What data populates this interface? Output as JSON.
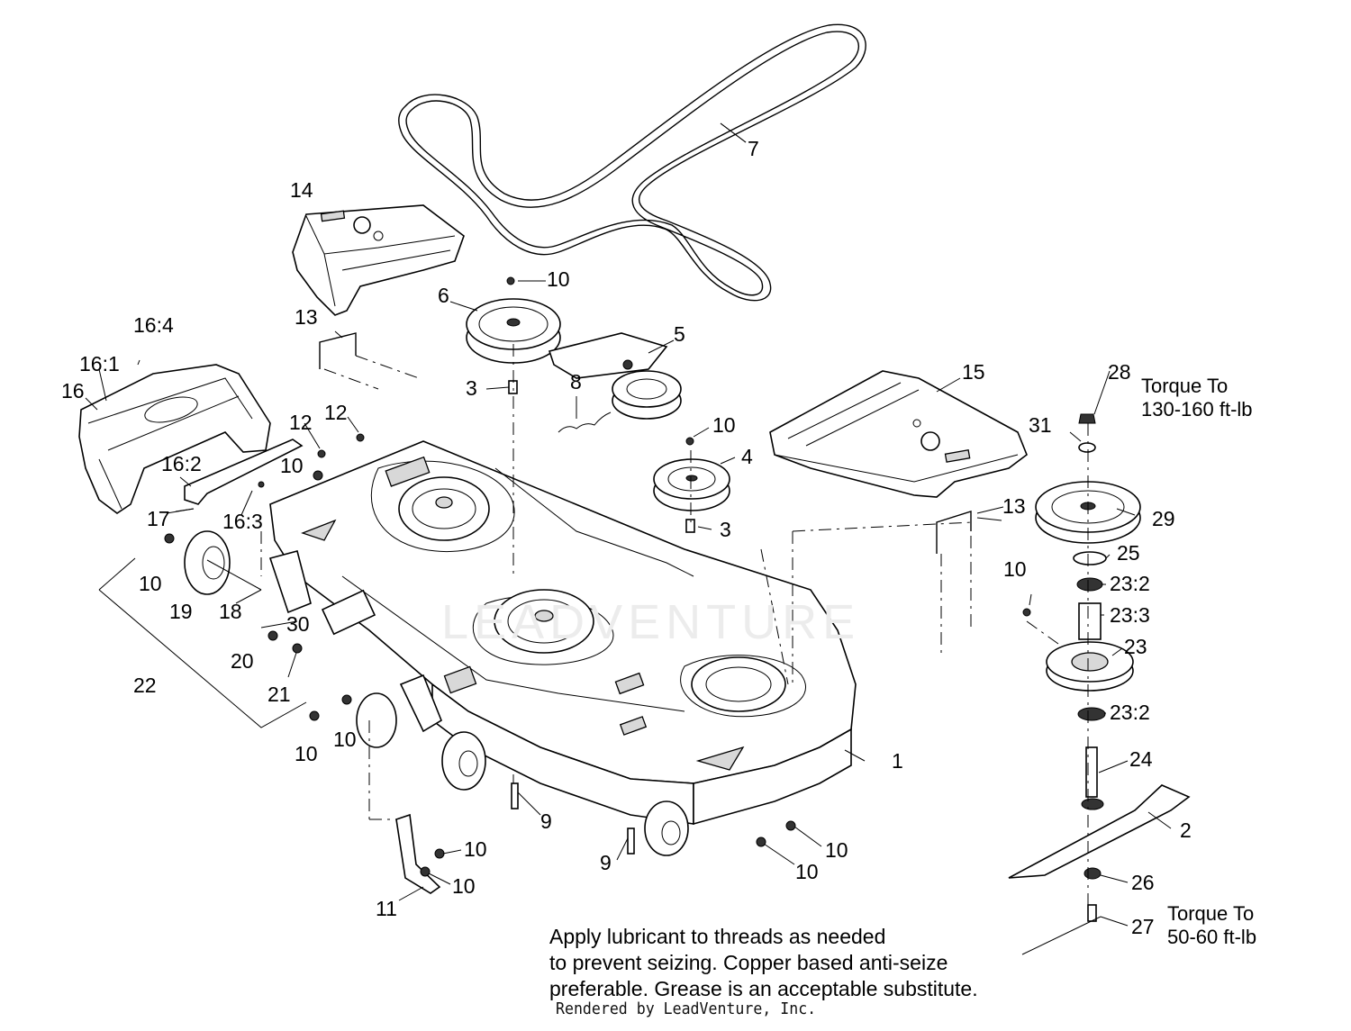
{
  "callouts": [
    {
      "id": "c7",
      "text": "7"
    },
    {
      "id": "c14",
      "text": "14"
    },
    {
      "id": "c10a",
      "text": "10"
    },
    {
      "id": "c6",
      "text": "6"
    },
    {
      "id": "c13a",
      "text": "13"
    },
    {
      "id": "c16_4",
      "text": "16:4"
    },
    {
      "id": "c5",
      "text": "5"
    },
    {
      "id": "c16_1",
      "text": "16:1"
    },
    {
      "id": "c3a",
      "text": "3"
    },
    {
      "id": "c8",
      "text": "8"
    },
    {
      "id": "c15",
      "text": "15"
    },
    {
      "id": "c16",
      "text": "16"
    },
    {
      "id": "c28",
      "text": "28"
    },
    {
      "id": "c12a",
      "text": "12"
    },
    {
      "id": "c12b",
      "text": "12"
    },
    {
      "id": "c10b",
      "text": "10"
    },
    {
      "id": "c31",
      "text": "31"
    },
    {
      "id": "c16_2",
      "text": "16:2"
    },
    {
      "id": "c10c",
      "text": "10"
    },
    {
      "id": "c4",
      "text": "4"
    },
    {
      "id": "c17",
      "text": "17"
    },
    {
      "id": "c16_3",
      "text": "16:3"
    },
    {
      "id": "c13b",
      "text": "13"
    },
    {
      "id": "c29",
      "text": "29"
    },
    {
      "id": "c3b",
      "text": "3"
    },
    {
      "id": "c25",
      "text": "25"
    },
    {
      "id": "c10d",
      "text": "10"
    },
    {
      "id": "c10e",
      "text": "10"
    },
    {
      "id": "c23_2a",
      "text": "23:2"
    },
    {
      "id": "c19",
      "text": "19"
    },
    {
      "id": "c18",
      "text": "18"
    },
    {
      "id": "c23_3",
      "text": "23:3"
    },
    {
      "id": "c30",
      "text": "30"
    },
    {
      "id": "c23",
      "text": "23"
    },
    {
      "id": "c20",
      "text": "20"
    },
    {
      "id": "c21",
      "text": "21"
    },
    {
      "id": "c22",
      "text": "22"
    },
    {
      "id": "c23_2b",
      "text": "23:2"
    },
    {
      "id": "c10f",
      "text": "10"
    },
    {
      "id": "c10g",
      "text": "10"
    },
    {
      "id": "c1",
      "text": "1"
    },
    {
      "id": "c24",
      "text": "24"
    },
    {
      "id": "c9a",
      "text": "9"
    },
    {
      "id": "c2",
      "text": "2"
    },
    {
      "id": "c10h",
      "text": "10"
    },
    {
      "id": "c10i",
      "text": "10"
    },
    {
      "id": "c9b",
      "text": "9"
    },
    {
      "id": "c10j",
      "text": "10"
    },
    {
      "id": "c26",
      "text": "26"
    },
    {
      "id": "c10k",
      "text": "10"
    },
    {
      "id": "c11",
      "text": "11"
    },
    {
      "id": "c27",
      "text": "27"
    }
  ],
  "torque_top": {
    "line1": "Torque To",
    "line2": "130-160 ft-lb"
  },
  "torque_bottom": {
    "line1": "Torque To",
    "line2": "50-60 ft-lb"
  },
  "note": {
    "line1": "Apply lubricant to threads as needed",
    "line2": "to prevent seizing. Copper based anti-seize",
    "line3": "preferable. Grease is an acceptable substitute."
  },
  "footer": "Rendered by LeadVenture, Inc.",
  "watermark": "LEADVENTURE",
  "colors": {
    "line": "#000000",
    "background": "#ffffff",
    "watermark": "#ececec"
  }
}
